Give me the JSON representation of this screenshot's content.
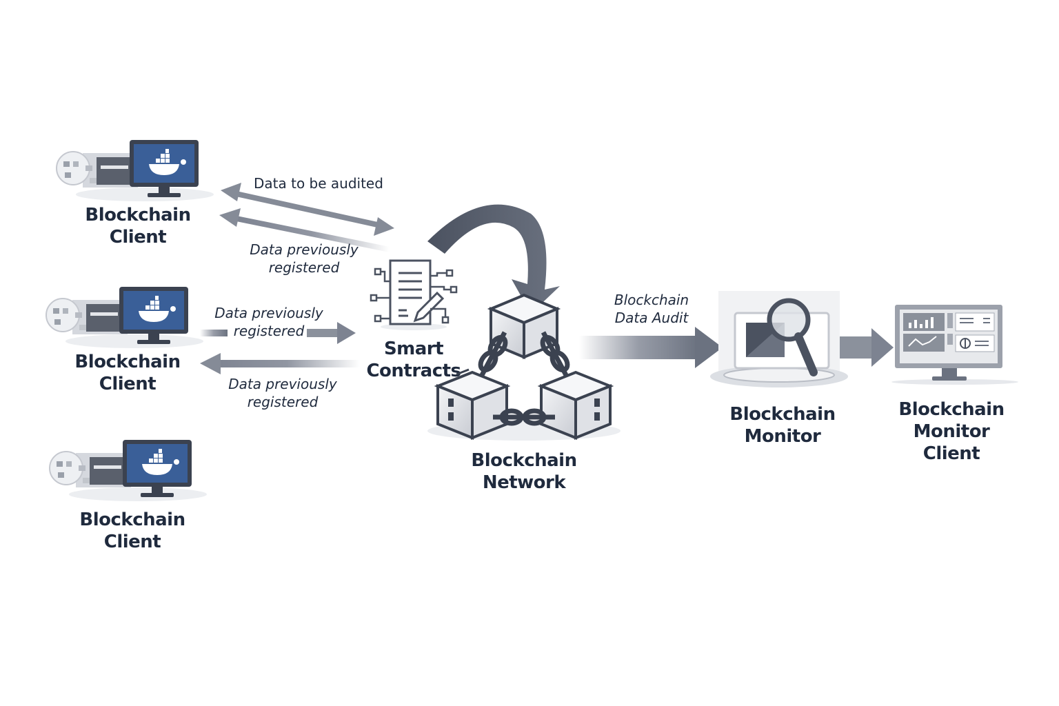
{
  "diagram": {
    "clients": [
      {
        "label_line1": "Blockchain",
        "label_line2": "Client",
        "icon": "docker-whale-monitor-icon"
      },
      {
        "label_line1": "Blockchain",
        "label_line2": "Client",
        "icon": "docker-whale-monitor-icon"
      },
      {
        "label_line1": "Blockchain",
        "label_line2": "Client",
        "icon": "docker-whale-monitor-icon"
      }
    ],
    "smart_contracts": {
      "label_line1": "Smart",
      "label_line2": "Contracts",
      "icon": "contract-document-icon"
    },
    "network": {
      "label_line1": "Blockchain",
      "label_line2": "Network",
      "icon": "chained-blocks-icon"
    },
    "monitor": {
      "label_line1": "Blockchain",
      "label_line2": "Monitor",
      "icon": "magnifier-monitor-icon"
    },
    "monitor_client": {
      "label_line1": "Blockchain",
      "label_line2": "Monitor",
      "label_line3": "Client",
      "icon": "dashboard-monitor-icon"
    },
    "edges": [
      {
        "from": "client-1",
        "to": "smart-contracts",
        "label": "Data to be audited",
        "style": "bidirectional"
      },
      {
        "from": "smart-contracts",
        "to": "client-1",
        "label_line1": "Data previously",
        "label_line2": "registered"
      },
      {
        "from": "client-2",
        "to": "smart-contracts",
        "label_line1": "Data previously",
        "label_line2": "registered"
      },
      {
        "from": "smart-contracts",
        "to": "client-2",
        "label_line1": "Data previously",
        "label_line2": "registered"
      },
      {
        "from": "smart-contracts",
        "to": "blockchain-network",
        "label": ""
      },
      {
        "from": "blockchain-network",
        "to": "blockchain-monitor",
        "label_line1": "Blockchain",
        "label_line2": "Data Audit"
      },
      {
        "from": "blockchain-monitor",
        "to": "blockchain-monitor-client",
        "label": ""
      }
    ]
  },
  "colors": {
    "text": "#1f2a3d",
    "screen_blue": "#3a5f98",
    "frame_dark": "#3b4250",
    "arrow_gray": "#7d8391",
    "light_gray": "#d9dce2"
  }
}
